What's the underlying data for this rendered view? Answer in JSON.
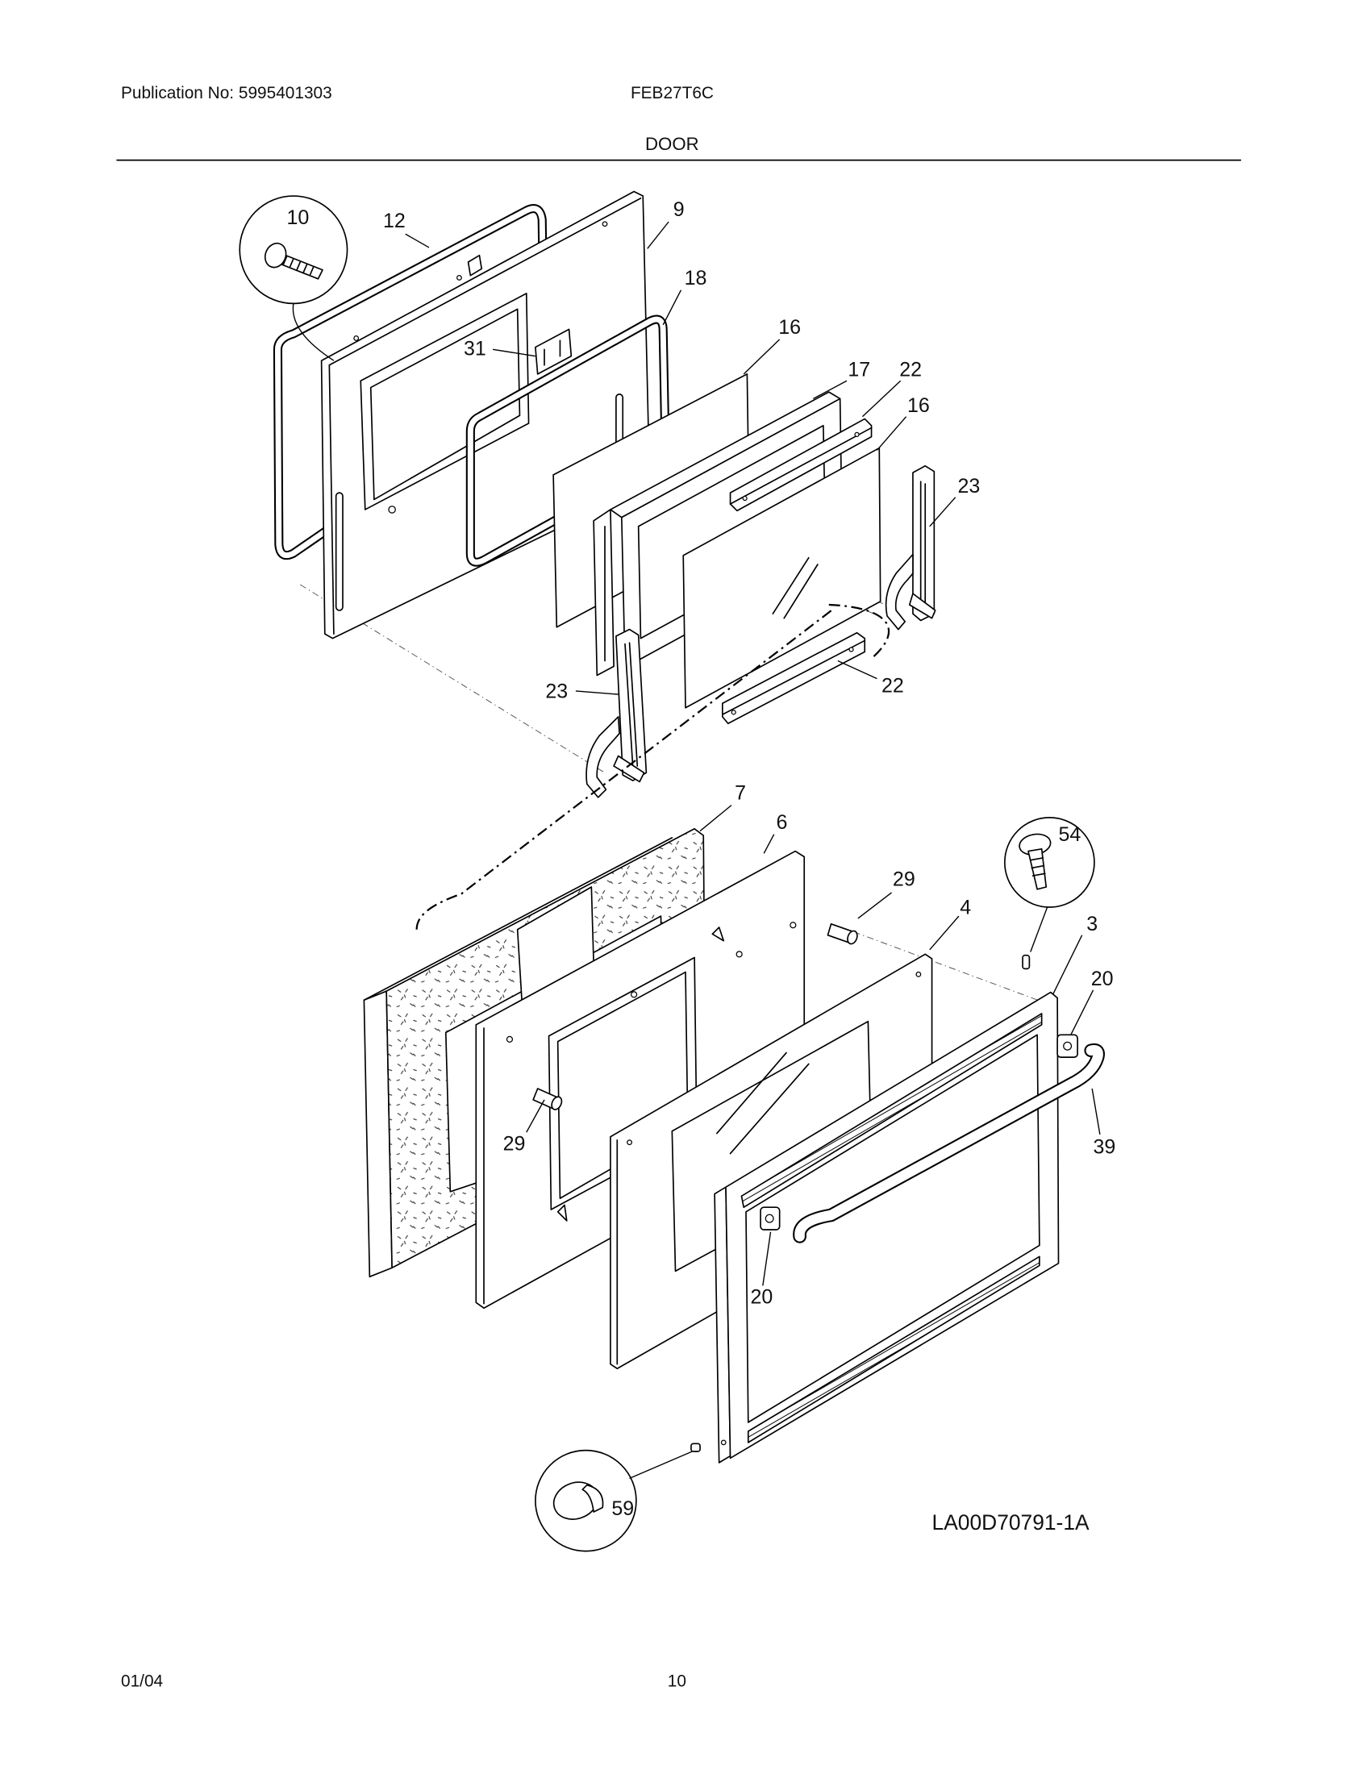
{
  "header": {
    "publication": "Publication No: 5995401303",
    "model": "FEB27T6C",
    "section_title": "DOOR"
  },
  "diagram": {
    "id": "LA00D70791-1A",
    "callouts": [
      "10",
      "12",
      "9",
      "18",
      "16",
      "31",
      "17",
      "22",
      "16",
      "23",
      "23",
      "22",
      "7",
      "6",
      "29",
      "4",
      "54",
      "3",
      "20",
      "39",
      "29",
      "20",
      "59"
    ]
  },
  "footer": {
    "date": "01/04",
    "page": "10"
  }
}
